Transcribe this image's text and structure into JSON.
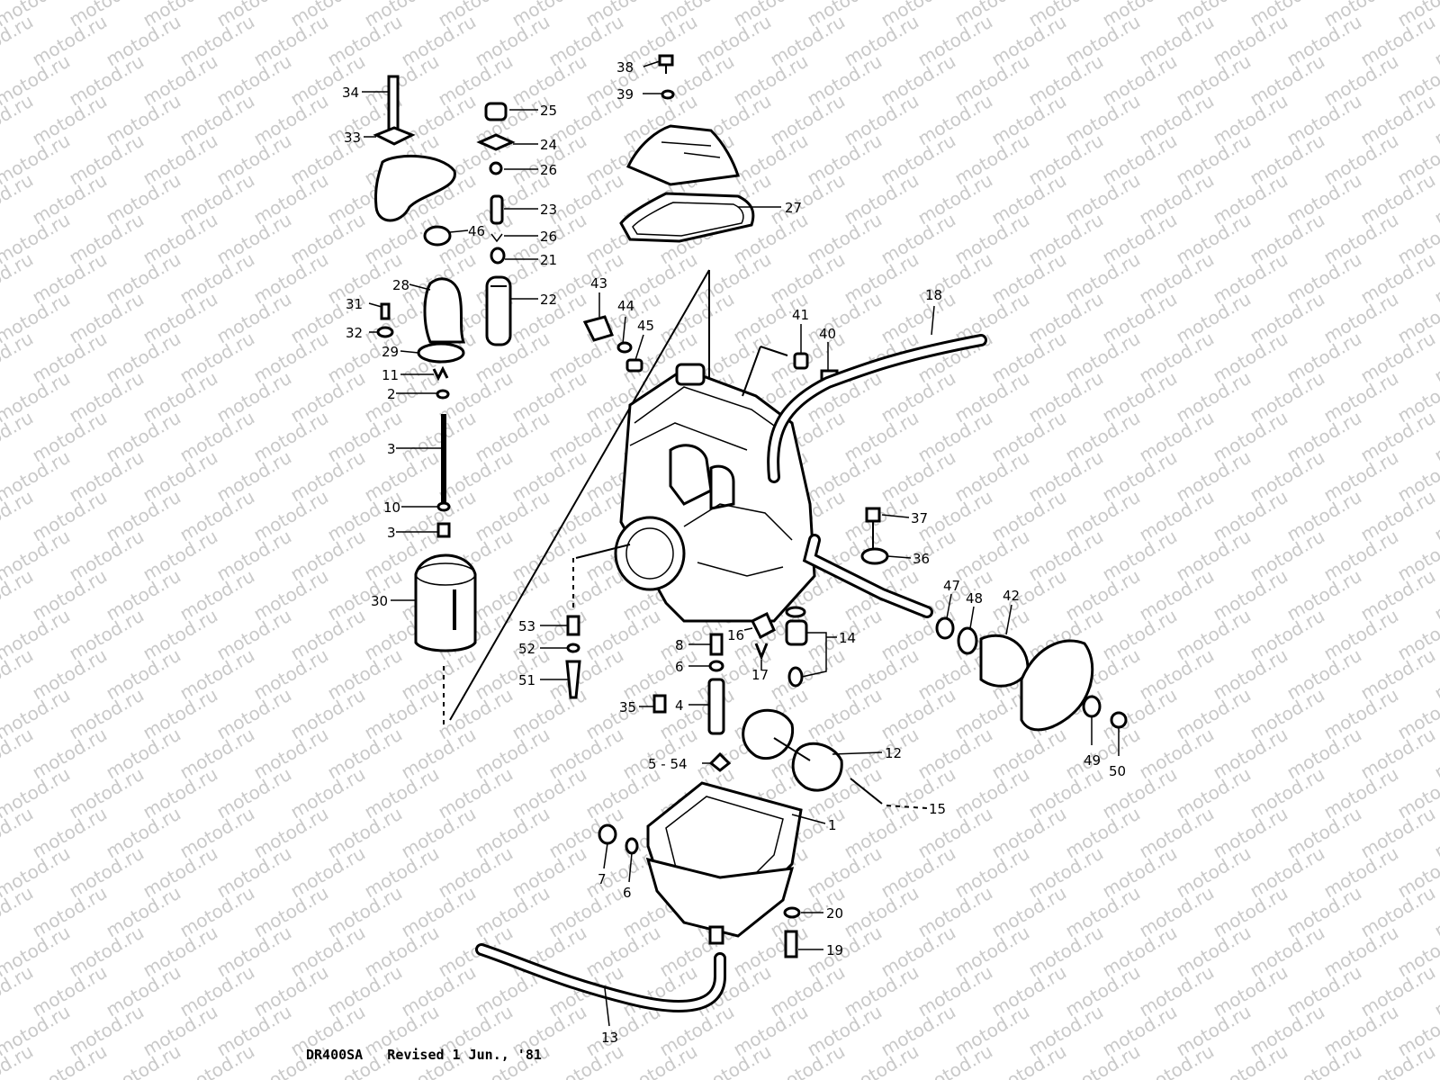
{
  "watermark": {
    "text": "motod.ru"
  },
  "footer": {
    "text": "DR400SA   Revised 1 Jun., '81"
  },
  "callouts": [
    "34",
    "33",
    "46",
    "25",
    "24",
    "26",
    "23",
    "26",
    "21",
    "22",
    "28",
    "31",
    "32",
    "29",
    "11",
    "2",
    "3",
    "10",
    "3",
    "30",
    "38",
    "39",
    "27",
    "43",
    "44",
    "45",
    "41",
    "40",
    "18",
    "37",
    "36",
    "47",
    "48",
    "42",
    "53",
    "52",
    "51",
    "8",
    "6",
    "16",
    "17",
    "14",
    "35",
    "4",
    "12",
    "49",
    "50",
    "5 - 54",
    "15",
    "1",
    "7",
    "6",
    "20",
    "19",
    "13"
  ],
  "colors": {
    "ink": "#000000",
    "paper": "#ffffff",
    "watermark": "#c9c9c9"
  }
}
